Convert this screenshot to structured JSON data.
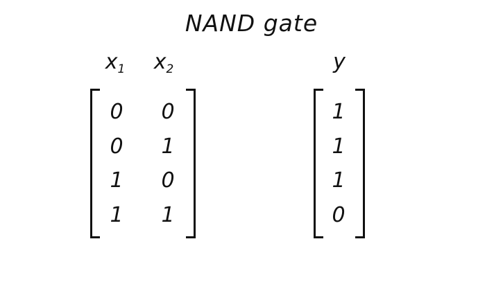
{
  "title": "NAND gate",
  "inputs": {
    "headers": [
      {
        "base": "x",
        "sub": "1"
      },
      {
        "base": "x",
        "sub": "2"
      }
    ],
    "rows": [
      [
        "0",
        "0"
      ],
      [
        "0",
        "1"
      ],
      [
        "1",
        "0"
      ],
      [
        "1",
        "1"
      ]
    ]
  },
  "output": {
    "header": "y",
    "values": [
      "1",
      "1",
      "1",
      "0"
    ]
  }
}
